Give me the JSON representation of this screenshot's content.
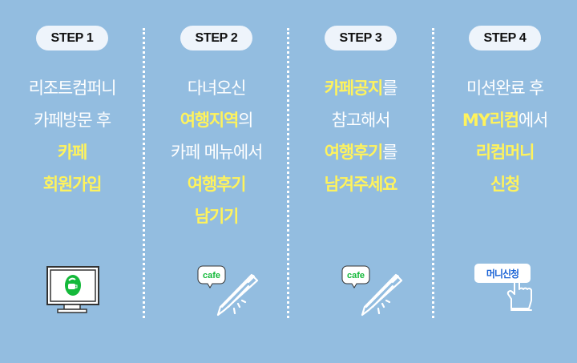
{
  "steps": [
    {
      "label": "STEP 1",
      "icon": "computer-cafe-icon",
      "lines": [
        [
          {
            "t": "리조트컴퍼니",
            "hl": false
          }
        ],
        [
          {
            "t": "카페방문 후",
            "hl": false
          }
        ],
        [
          {
            "t": "카페",
            "hl": true
          }
        ],
        [
          {
            "t": "회원가입",
            "hl": true
          }
        ]
      ]
    },
    {
      "label": "STEP 2",
      "icon": "cafe-pencil-icon",
      "bubble": "cafe",
      "lines": [
        [
          {
            "t": "다녀오신",
            "hl": false
          }
        ],
        [
          {
            "t": "여행지역",
            "hl": true
          },
          {
            "t": "의",
            "hl": false
          }
        ],
        [
          {
            "t": "카페 메뉴에서",
            "hl": false
          }
        ],
        [
          {
            "t": "여행후기",
            "hl": true
          }
        ],
        [
          {
            "t": "남기기",
            "hl": true
          }
        ]
      ]
    },
    {
      "label": "STEP 3",
      "icon": "cafe-pencil-icon",
      "bubble": "cafe",
      "lines": [
        [
          {
            "t": "카페공지",
            "hl": true
          },
          {
            "t": "를",
            "hl": false
          }
        ],
        [
          {
            "t": "참고해서",
            "hl": false
          }
        ],
        [
          {
            "t": "여행후기",
            "hl": true
          },
          {
            "t": "를",
            "hl": false
          }
        ],
        [
          {
            "t": "남겨주세요",
            "hl": true
          }
        ]
      ]
    },
    {
      "label": "STEP 4",
      "icon": "click-hand-icon",
      "button": "머니신청",
      "lines": [
        [
          {
            "t": "미션완료 후",
            "hl": false
          }
        ],
        [
          {
            "t": "MY리컴",
            "hl": true
          },
          {
            "t": "에서",
            "hl": false
          }
        ],
        [
          {
            "t": "리컴머니",
            "hl": true
          }
        ],
        [
          {
            "t": "신청",
            "hl": true
          }
        ]
      ]
    }
  ],
  "colors": {
    "background": "#93bde0",
    "highlight": "#fff35c",
    "cafe_green": "#14b93a",
    "button_blue": "#1a63d6"
  }
}
